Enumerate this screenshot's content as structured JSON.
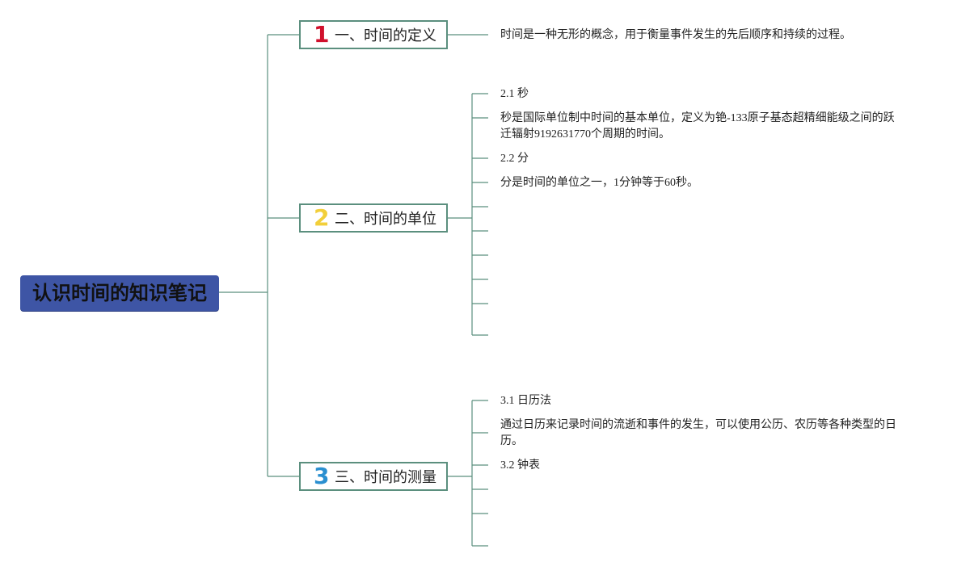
{
  "root": {
    "title": "认识时间的知识笔记"
  },
  "branches": [
    {
      "number": "1",
      "number_color": "#d0102c",
      "title": "一、时间的定义",
      "leaves": [
        "时间是一种无形的概念，用于衡量事件发生的先后顺序和持续的过程。"
      ]
    },
    {
      "number": "2",
      "number_color": "#f2cf3a",
      "title": "二、时间的单位",
      "leaves": [
        "2.1 秒",
        "秒是国际单位制中时间的基本单位，定义为铯-133原子基态超精细能级之间的跃迁辐射9192631770个周期的时间。",
        "2.2 分",
        "分是时间的单位之一，1分钟等于60秒。"
      ]
    },
    {
      "number": "3",
      "number_color": "#2a8fd0",
      "title": "三、时间的测量",
      "leaves": [
        "3.1 日历法",
        "通过日历来记录时间的流逝和事件的发生，可以使用公历、农历等各种类型的日历。",
        "3.2 钟表"
      ]
    }
  ],
  "colors": {
    "root_fill": "#3e55a5",
    "connector": "#5b8f7e"
  }
}
